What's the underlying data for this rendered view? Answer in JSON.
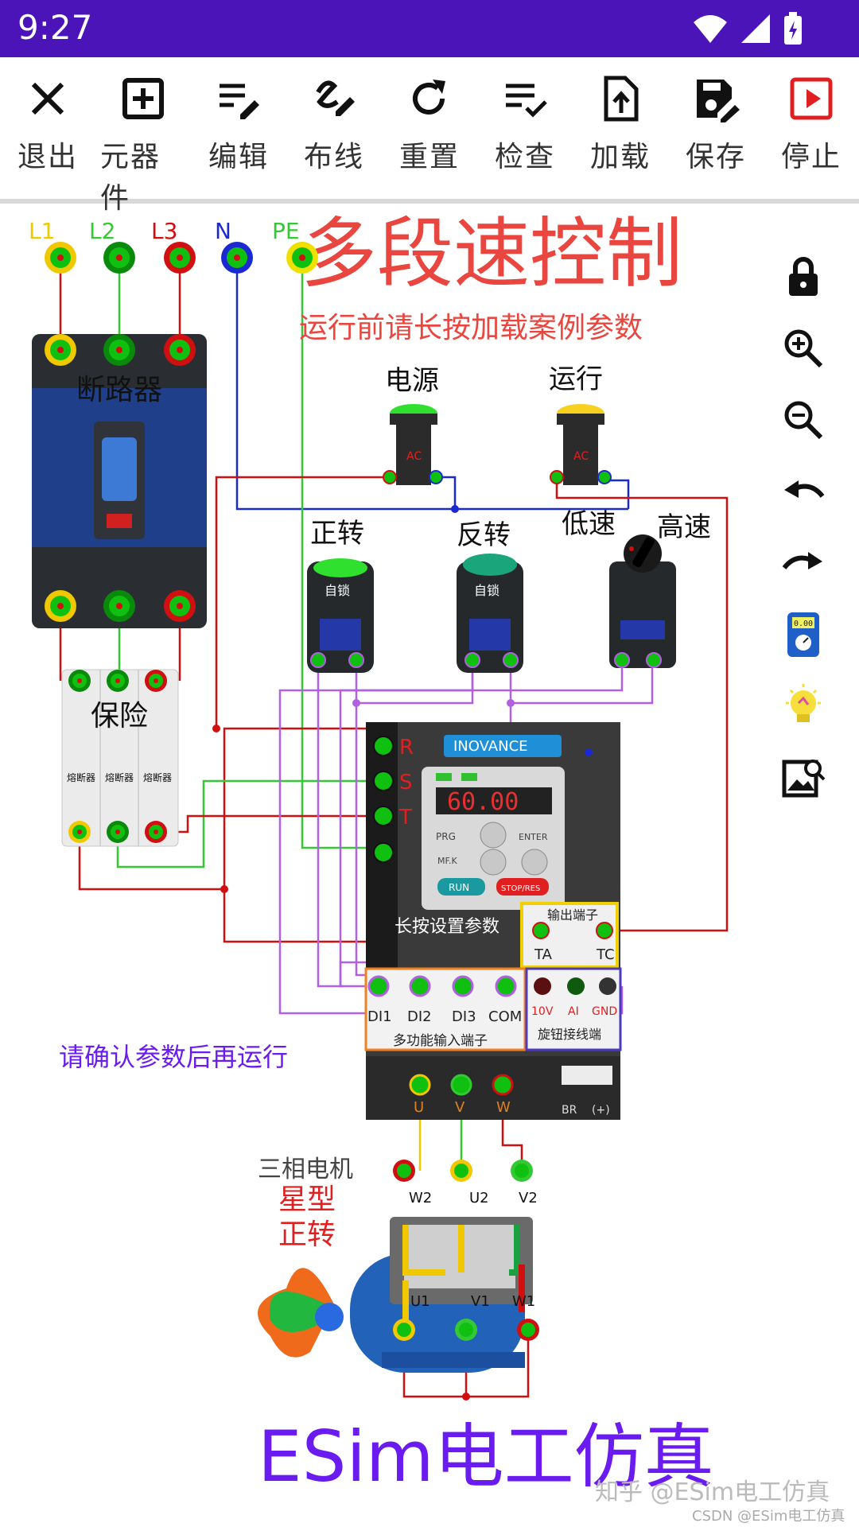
{
  "status_bar": {
    "time": "9:27"
  },
  "toolbar": [
    {
      "label": "退出",
      "icon": "close-icon"
    },
    {
      "label": "元器件",
      "icon": "add-box-icon"
    },
    {
      "label": "编辑",
      "icon": "edit-list-icon"
    },
    {
      "label": "布线",
      "icon": "draw-icon"
    },
    {
      "label": "重置",
      "icon": "refresh-icon"
    },
    {
      "label": "检查",
      "icon": "checklist-icon"
    },
    {
      "label": "加载",
      "icon": "upload-file-icon"
    },
    {
      "label": "保存",
      "icon": "save-edit-icon"
    },
    {
      "label": "停止",
      "icon": "stop-play-icon"
    }
  ],
  "side_tools": [
    "lock-icon",
    "zoom-in-icon",
    "zoom-out-icon",
    "undo-icon",
    "redo-icon",
    "multimeter-icon",
    "bulb-icon",
    "image-search-icon"
  ],
  "diagram": {
    "title": "多段速控制",
    "hint": "运行前请长按加载案例参数",
    "terminals": [
      "L1",
      "L2",
      "L3",
      "N",
      "PE"
    ],
    "breaker_label": "断路器",
    "fuse_label": "保险",
    "fuse_sub": "熔断器",
    "lamp_power": "电源",
    "lamp_run": "运行",
    "lamp_ac": "AC",
    "forward": "正转",
    "reverse": "反转",
    "self_lock": "自锁",
    "low_speed": "低速",
    "high_speed": "高速",
    "vfd_brand": "INOVANCE",
    "vfd_display": "60.00",
    "vfd_keys": [
      "PRG",
      "ENTER",
      "MF.K",
      "RUN",
      "STOP/RES"
    ],
    "vfd_inputs": [
      "R",
      "S",
      "T"
    ],
    "vfd_hold_hint": "长按设置参数",
    "output_terminal": "输出端子",
    "ta": "TA",
    "tc": "TC",
    "di_labels": [
      "DI1",
      "DI2",
      "DI3",
      "COM"
    ],
    "multi_input": "多功能输入端子",
    "knob_labels": [
      "10V",
      "AI",
      "GND"
    ],
    "knob_terminal": "旋钮接线端",
    "uvw": [
      "U",
      "V",
      "W"
    ],
    "br_labels": [
      "BR",
      "(+)"
    ],
    "confirm_hint": "请确认参数后再运行",
    "motor_title": "三相电机",
    "motor_star": "星型",
    "motor_forward": "正转",
    "motor_terminals_top": [
      "W2",
      "U2",
      "V2"
    ],
    "motor_terminals_bottom": [
      "U1",
      "V1",
      "W1"
    ],
    "brand": "ESim电工仿真",
    "watermark": "知乎 @ESim电工仿真",
    "csdn": "CSDN @ESim电工仿真"
  },
  "colors": {
    "status_bar": "#4a14b8",
    "title_red": "#e8463f",
    "brand_purple": "#6a1cf0",
    "wire_red": "#d01010",
    "wire_green": "#34c934",
    "wire_blue": "#1a2ad0",
    "wire_purple": "#b060e0"
  }
}
